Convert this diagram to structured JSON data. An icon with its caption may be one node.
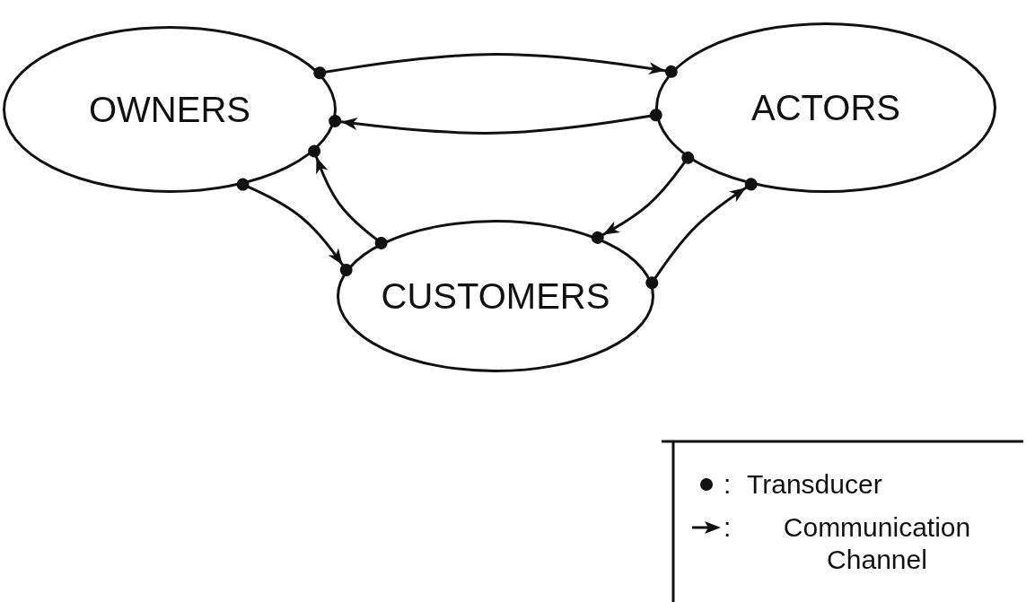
{
  "diagram": {
    "nodes": [
      {
        "text": [
          "OWNERS"
        ]
      },
      {
        "text": [
          "ACTORS"
        ]
      },
      {
        "text": [
          "CUSTOMERS"
        ]
      }
    ],
    "edges": [
      {
        "from": 0,
        "to": 1,
        "arrow": "to"
      },
      {
        "from": 1,
        "to": 0,
        "arrow": "to"
      },
      {
        "from": 2,
        "to": 0,
        "arrow": "to"
      },
      {
        "from": 0,
        "to": 2,
        "arrow": "to"
      },
      {
        "from": 1,
        "to": 2,
        "arrow": "to"
      },
      {
        "from": 2,
        "to": 1,
        "arrow": "to"
      }
    ],
    "labels": [
      ":",
      ":"
    ],
    "legend": [
      {
        "text": "Transducer"
      },
      {
        "text": "Communication Channel"
      }
    ]
  }
}
